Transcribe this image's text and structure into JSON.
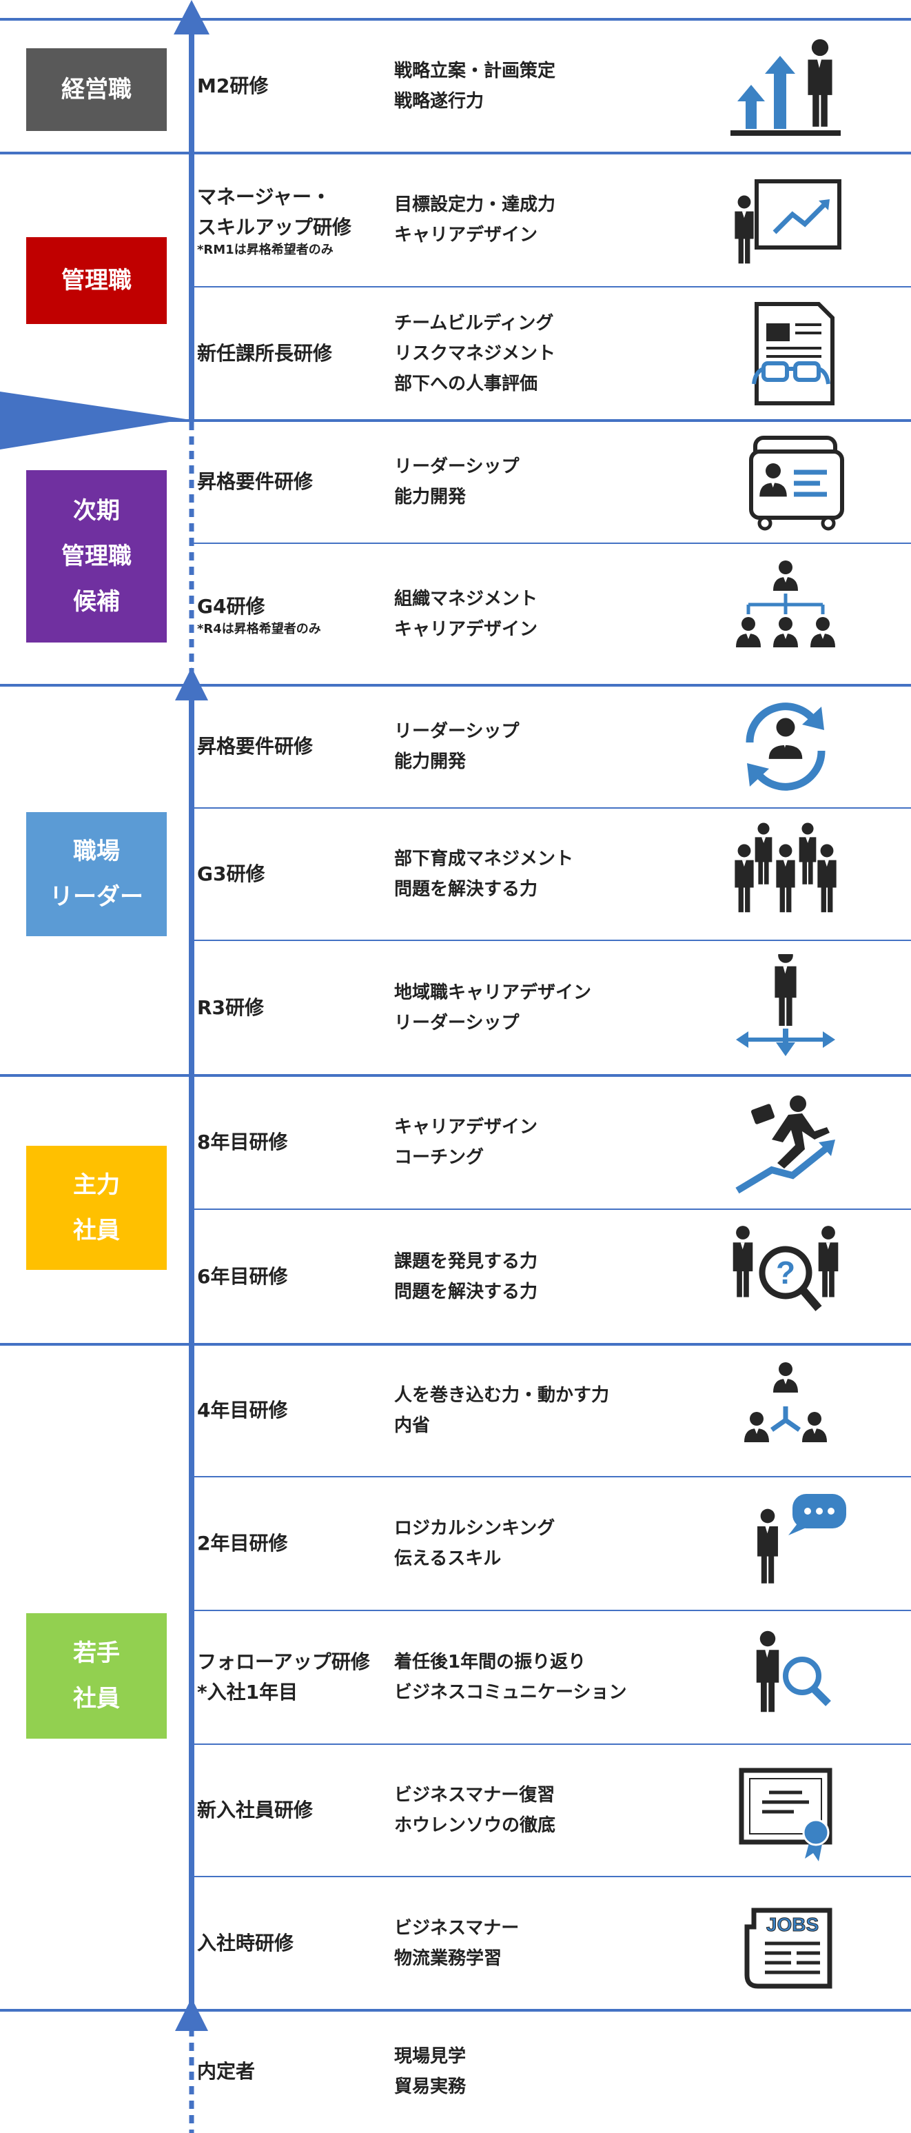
{
  "levels": [
    {
      "id": "executive",
      "lines": [
        "経営職"
      ],
      "color": "#595959"
    },
    {
      "id": "manager",
      "lines": [
        "管理職"
      ],
      "color": "#c00000"
    },
    {
      "id": "next-manager",
      "lines": [
        "次期",
        "管理職",
        "候補"
      ],
      "color": "#7030a0"
    },
    {
      "id": "workplace-leader",
      "lines": [
        "職場",
        "リーダー"
      ],
      "color": "#5b9bd5"
    },
    {
      "id": "core-staff",
      "lines": [
        "主力",
        "社員"
      ],
      "color": "#ffc000"
    },
    {
      "id": "young-staff",
      "lines": [
        "若手",
        "社員"
      ],
      "color": "#92d050"
    }
  ],
  "courses": [
    {
      "name": [
        "M2研修"
      ],
      "note": "",
      "skills": [
        "戦略立案・計画策定",
        "戦略遂行力"
      ],
      "icon": "growth-arrows-person-icon"
    },
    {
      "name": [
        "マネージャー・",
        "スキルアップ研修"
      ],
      "note": "*RM1は昇格希望者のみ",
      "skills": [
        "目標設定力・達成力",
        "キャリアデザイン"
      ],
      "icon": "presentation-board-icon"
    },
    {
      "name": [
        "新任課所長研修"
      ],
      "note": "",
      "skills": [
        "チームビルディング",
        "リスクマネジメント",
        "部下への人事評価"
      ],
      "icon": "document-glasses-icon"
    },
    {
      "name": [
        "昇格要件研修"
      ],
      "note": "",
      "skills": [
        "リーダーシップ",
        "能力開発"
      ],
      "icon": "id-card-icon"
    },
    {
      "name": [
        "G4研修"
      ],
      "note": "*R4は昇格希望者のみ",
      "skills": [
        "組織マネジメント",
        "キャリアデザイン"
      ],
      "icon": "org-chart-icon"
    },
    {
      "name": [
        "昇格要件研修"
      ],
      "note": "",
      "skills": [
        "リーダーシップ",
        "能力開発"
      ],
      "icon": "person-cycle-icon"
    },
    {
      "name": [
        "G3研修"
      ],
      "note": "",
      "skills": [
        "部下育成マネジメント",
        "問題を解決する力"
      ],
      "icon": "team-group-icon"
    },
    {
      "name": [
        "R3研修"
      ],
      "note": "",
      "skills": [
        "地域職キャリアデザイン",
        "リーダーシップ"
      ],
      "icon": "person-directions-icon"
    },
    {
      "name": [
        "8年目研修"
      ],
      "note": "",
      "skills": [
        "キャリアデザイン",
        "コーチング"
      ],
      "icon": "running-businessman-icon"
    },
    {
      "name": [
        "6年目研修"
      ],
      "note": "",
      "skills": [
        "課題を発見する力",
        "問題を解決する力"
      ],
      "icon": "question-magnifier-icon"
    },
    {
      "name": [
        "4年目研修"
      ],
      "note": "",
      "skills": [
        "人を巻き込む力・動かす力",
        "内省"
      ],
      "icon": "network-people-icon"
    },
    {
      "name": [
        "2年目研修"
      ],
      "note": "",
      "skills": [
        "ロジカルシンキング",
        "伝えるスキル"
      ],
      "icon": "speech-bubble-person-icon"
    },
    {
      "name": [
        "フォローアップ研修",
        "*入社1年目"
      ],
      "note": "",
      "skills": [
        "着任後1年間の振り返り",
        "ビジネスコミュニケーション"
      ],
      "icon": "person-magnifier-icon"
    },
    {
      "name": [
        "新入社員研修"
      ],
      "note": "",
      "skills": [
        "ビジネスマナー復習",
        "ホウレンソウの徹底"
      ],
      "icon": "certificate-icon"
    },
    {
      "name": [
        "入社時研修"
      ],
      "note": "",
      "skills": [
        "ビジネスマナー",
        "物流業務学習"
      ],
      "icon": "jobs-newspaper-icon"
    },
    {
      "name": [
        "内定者"
      ],
      "note": "",
      "skills": [
        "現場見学",
        "貿易実務"
      ],
      "icon": ""
    }
  ],
  "newspaper_text": "JOBS",
  "colors": {
    "line": "#4472c4",
    "accent": "#3b82c4",
    "icon": "#262626"
  }
}
